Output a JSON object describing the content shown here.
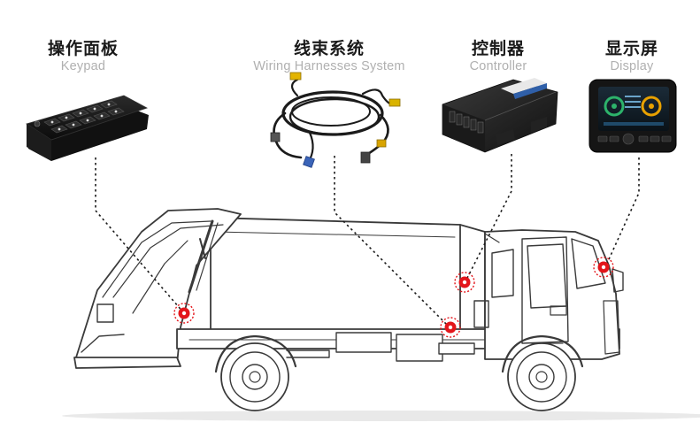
{
  "components": [
    {
      "id": "keypad",
      "name_zh": "操作面板",
      "name_en": "Keypad"
    },
    {
      "id": "harness",
      "name_zh": "线束系统",
      "name_en": "Wiring Harnesses System"
    },
    {
      "id": "controller",
      "name_zh": "控制器",
      "name_en": "Controller"
    },
    {
      "id": "display",
      "name_zh": "显示屏",
      "name_en": "Display"
    }
  ],
  "colors": {
    "marker": "#e3161b",
    "line": "#1a1a1a",
    "outline": "#3a3a3a",
    "subtitle": "#b0b0b0"
  }
}
